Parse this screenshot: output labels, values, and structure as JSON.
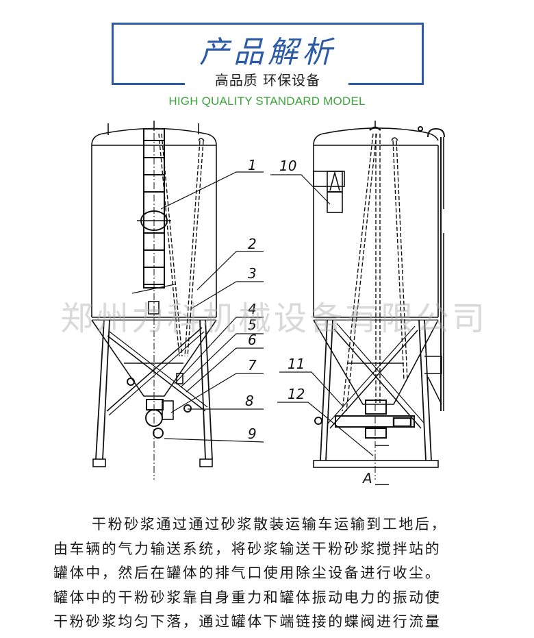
{
  "header": {
    "title": "产品解析",
    "subtitle": "高品质 环保设备",
    "english_tagline": "HIGH QUALITY STANDARD MODEL",
    "colors": {
      "accent_blue": "#2b5aa6",
      "tagline_green": "#3aa63a"
    }
  },
  "diagram": {
    "left_view_labels": [
      "1",
      "2",
      "3",
      "4",
      "5",
      "6",
      "7",
      "8",
      "9"
    ],
    "right_view_labels": [
      "10",
      "11",
      "12"
    ],
    "section_mark": "A",
    "watermark": "郑州力科机械设备有限公司"
  },
  "description": {
    "lines": [
      "干粉砂浆通过通过砂浆散装运输车运输到工地后，",
      "由车辆的气力输送系统，将砂浆输送干粉砂浆搅拌站的",
      "罐体中，然后在罐体的排气口使用除尘设备进行收尘。",
      "罐体中的干粉砂浆靠自身重力和罐体振动电力的振动使",
      "干粉砂浆均匀下落，通过罐体下端链接的蝶阀进行流量"
    ]
  }
}
